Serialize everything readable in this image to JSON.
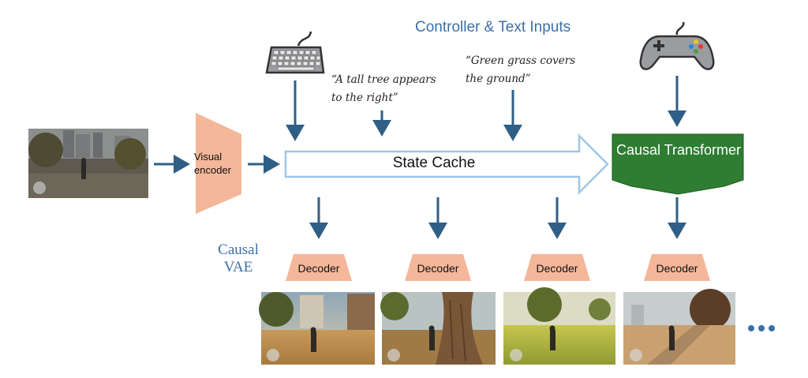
{
  "title": "Controller & Text Inputs",
  "prompts": [
    "“A tall tree appears to the right”",
    "“Green grass covers the ground”"
  ],
  "encoder_label": "Visual encoder",
  "state_cache_label": "State Cache",
  "transformer_label": "Causal Transformer",
  "causal_vae_label": "Causal VAE",
  "decoder_label": "Decoder",
  "icons": [
    "keyboard-icon",
    "gamepad-icon"
  ],
  "colors": {
    "arrow": "#2f5f86",
    "encoder_fill": "#f4b79a",
    "decoder_fill": "#f4b79a",
    "transformer_fill": "#2e7d32",
    "cache_border": "#9ec6e6",
    "label_blue": "#3c6fa8"
  }
}
